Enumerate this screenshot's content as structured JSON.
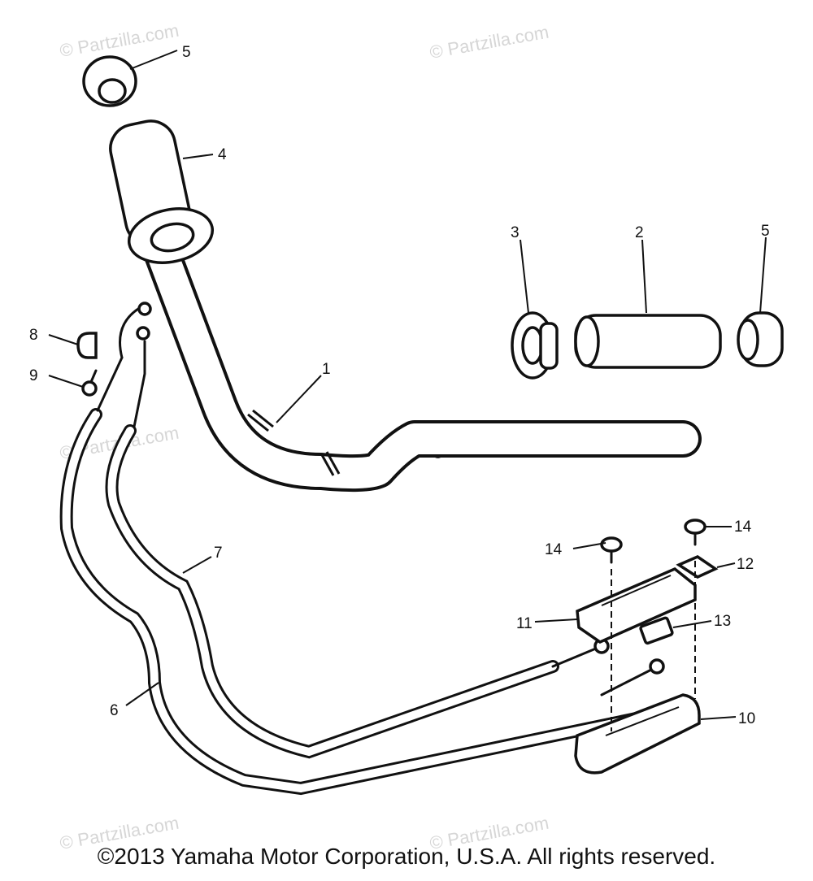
{
  "watermark": "© Partzilla.com",
  "copyright": "©2013 Yamaha Motor Corporation, U.S.A. All rights reserved.",
  "callouts": {
    "c1": "1",
    "c2": "2",
    "c3": "3",
    "c4": "4",
    "c5a": "5",
    "c5b": "5",
    "c6": "6",
    "c7": "7",
    "c8": "8",
    "c9": "9",
    "c10": "10",
    "c11": "11",
    "c12": "12",
    "c13": "13",
    "c14a": "14",
    "c14b": "14"
  }
}
